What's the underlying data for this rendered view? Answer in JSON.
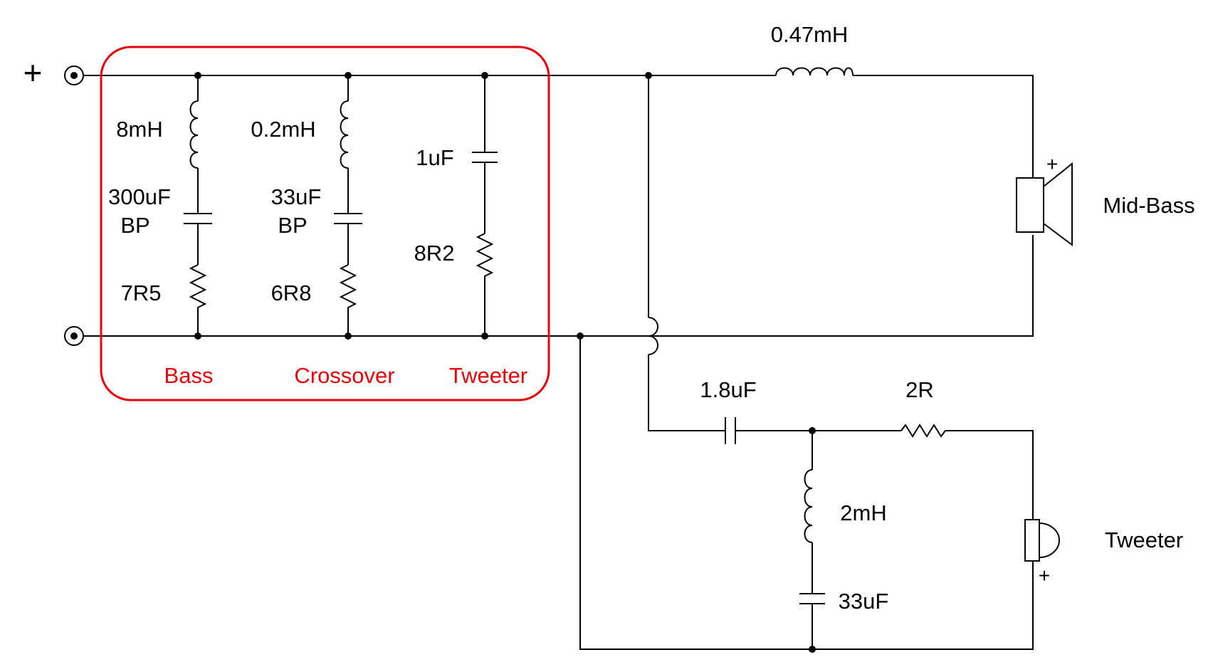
{
  "terminals": {
    "plus_sign": "+"
  },
  "notch": {
    "bass": {
      "inductor": "8mH",
      "capacitor": "300uF",
      "capacitor_type": "BP",
      "resistor": "7R5",
      "label": "Bass"
    },
    "crossover": {
      "inductor": "0.2mH",
      "capacitor": "33uF",
      "capacitor_type": "BP",
      "resistor": "6R8",
      "label": "Crossover"
    },
    "tweeter": {
      "capacitor": "1uF",
      "resistor": "8R2",
      "label": "Tweeter"
    },
    "box_color": "#e8000b"
  },
  "midbass": {
    "inductor": "0.47mH",
    "driver_label": "Mid-Bass",
    "polarity": "+"
  },
  "tweeter_section": {
    "series_capacitor": "1.8uF",
    "series_resistor": "2R",
    "shunt_inductor": "2mH",
    "shunt_capacitor": "33uF",
    "driver_label": "Tweeter",
    "polarity": "+"
  }
}
